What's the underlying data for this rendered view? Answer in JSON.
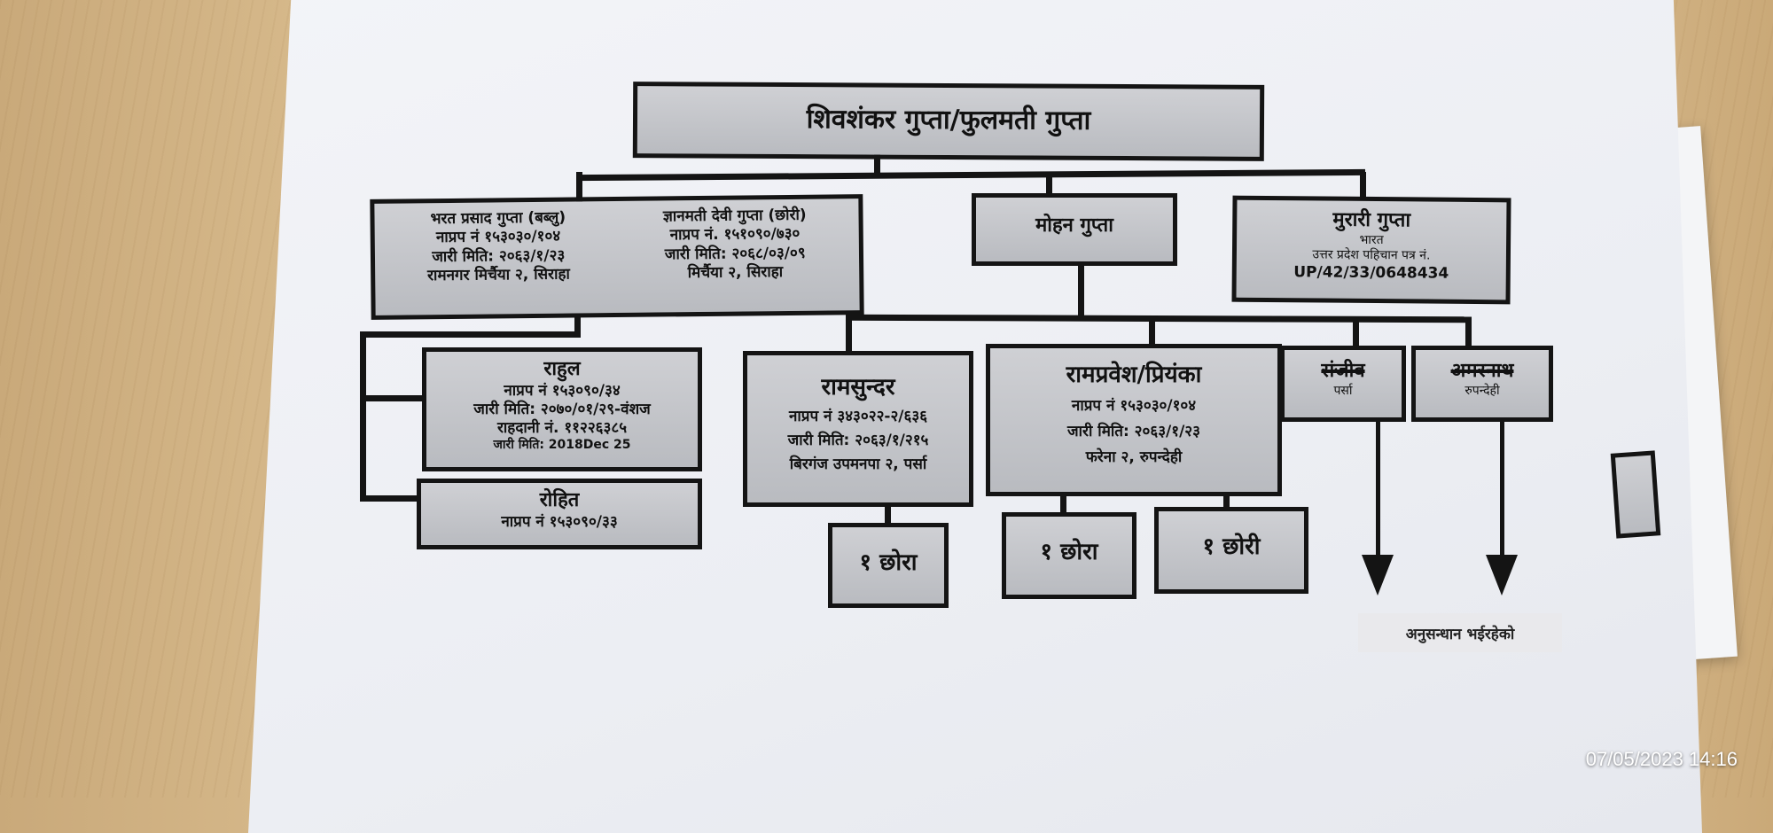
{
  "root": {
    "text": "शिवशंकर गुप्ता/फुलमती गुप्ता"
  },
  "bharat": {
    "name": "भरत प्रसाद गुप्ता (बब्लु)",
    "lines": [
      "नाप्रप नं १५३०३०/१०४",
      "जारी मिति: २०६३/१/२३",
      "रामनगर मिर्चैया २, सिराहा"
    ]
  },
  "gyanmati": {
    "name": "ज्ञानमती देवी गुप्ता (छोरी)",
    "lines": [
      "नाप्रप नं. १५१०९०/७३०",
      "जारी मिति: २०६८/०३/०९",
      "मिर्चैया २, सिराहा"
    ]
  },
  "mohan": {
    "name": "मोहन गुप्ता"
  },
  "murari": {
    "name": "मुरारी गुप्ता",
    "lines": [
      "भारत",
      "उत्तर प्रदेश पहिचान पत्र नं.",
      "UP/42/33/0648434"
    ]
  },
  "rahul": {
    "name": "राहुल",
    "lines": [
      "नाप्रप नं १५३०९०/३४",
      "जारी मिति: २०७०/०१/२९-वंशज",
      "राहदानी नं. ११२२६३८५",
      "जारी मिति: 2018Dec 25"
    ]
  },
  "rohit": {
    "name": "रोहित",
    "lines": [
      "नाप्रप नं १५३०९०/३३"
    ]
  },
  "ramsundar": {
    "name": "रामसुन्दर",
    "lines": [
      "नाप्रप नं ३४३०२२-२/६३६",
      "जारी मिति: २०६३/१/२१५",
      "बिरगंज उपमनपा २, पर्सा"
    ]
  },
  "rampravesh": {
    "name": "रामप्रवेश/प्रियंका",
    "lines": [
      "नाप्रप नं १५३०३०/१०४",
      "जारी मिति: २०६३/१/२३",
      "फरेना २, रुपन्देही"
    ]
  },
  "murari_child1": {
    "name": "संजीव",
    "place": "पर्सा"
  },
  "murari_child2": {
    "name": "अमरनाथ",
    "place": "रुपन्देही"
  },
  "ramsundar_son": {
    "text": "१ छोरा"
  },
  "rampravesh_son": {
    "text": "१ छोरा"
  },
  "rampravesh_daughter": {
    "text": "१ छोरी"
  },
  "investigation_note": {
    "text": "अनुसन्धान भईरहेको"
  },
  "timestamp": {
    "text": "07/05/2023 14:16"
  }
}
